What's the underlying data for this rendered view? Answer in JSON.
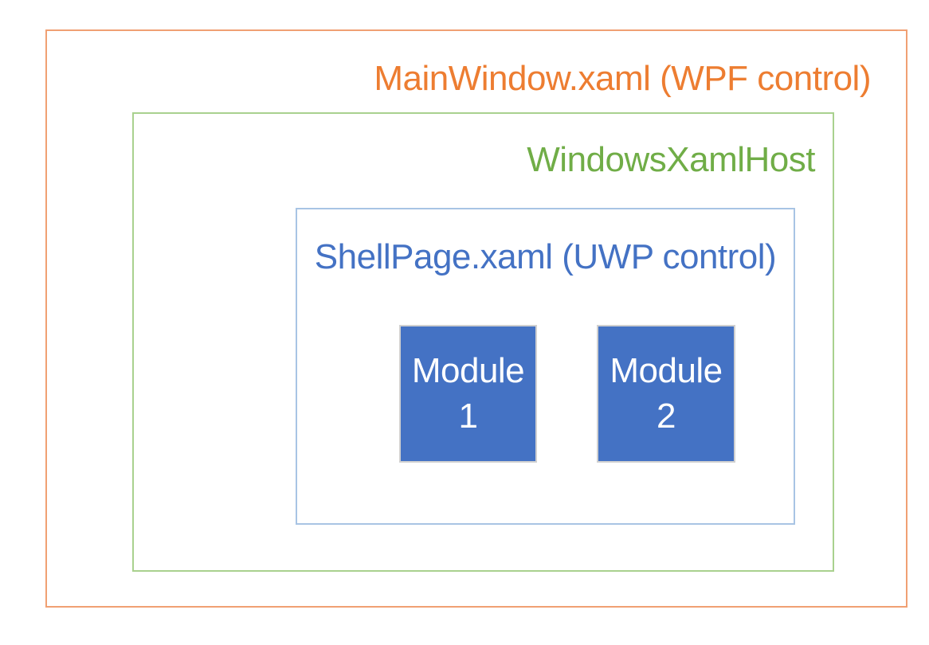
{
  "canvas": {
    "background": "#FFFFFF"
  },
  "boxes": {
    "mainwindow": {
      "label": "MainWindow.xaml (WPF control)",
      "text_color": "#ED7D31",
      "border_color": "#F0A073"
    },
    "windowsxamlhost": {
      "label": "WindowsXamlHost",
      "text_color": "#70AD47",
      "border_color": "#A9D18E"
    },
    "shellpage": {
      "label": "ShellPage.xaml (UWP control)",
      "text_color": "#4472C4",
      "border_color": "#A8C4E4"
    },
    "modules": [
      {
        "lines": [
          "Module",
          "1"
        ]
      },
      {
        "lines": [
          "Module",
          "2"
        ]
      }
    ],
    "module_style": {
      "fill": "#4472C4",
      "border_color": "#D0D0D0",
      "text_color": "#FFFFFF"
    }
  }
}
